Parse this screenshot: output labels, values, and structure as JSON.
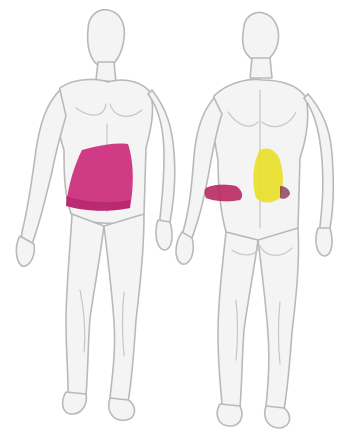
{
  "figure": {
    "views": [
      "front",
      "back"
    ]
  },
  "colors": {
    "background": "#ffffff",
    "outline": "#b9b9b9",
    "skin": "#f4f4f4",
    "highlight_primary": "#cc2a7c",
    "highlight_secondary_yellow": "#e8e02a",
    "highlight_secondary_magenta": "#b82860"
  },
  "highlighted_regions": [
    {
      "view": "front",
      "region": "abdominal-oblique",
      "color": "#cc2a7c"
    },
    {
      "view": "back",
      "region": "lower-back",
      "color": "#e8e02a"
    },
    {
      "view": "back",
      "region": "side-waist",
      "color": "#b82860"
    }
  ]
}
